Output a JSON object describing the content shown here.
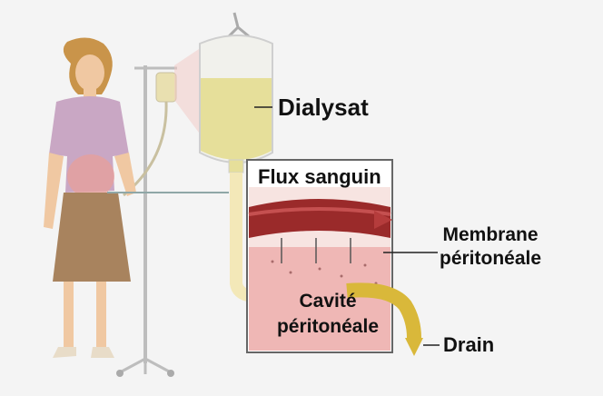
{
  "labels": {
    "dialysat": "Dialysat",
    "flux_sanguin": "Flux sanguin",
    "membrane_line1": "Membrane",
    "membrane_line2": "péritonéale",
    "cavite_line1": "Cavité",
    "cavite_line2": "péritonéale",
    "drain": "Drain"
  },
  "colors": {
    "background": "#f4f4f4",
    "dialysate_fluid": "#e6df9a",
    "blood_vessel": "#9a2a2a",
    "peritoneal_tissue": "#efb7b5",
    "drain_fluid": "#d9b83a",
    "tubing": "#f3e8b8",
    "dress_top": "#c9a7c4",
    "skirt": "#a8835e",
    "skin": "#f0c8a2"
  }
}
